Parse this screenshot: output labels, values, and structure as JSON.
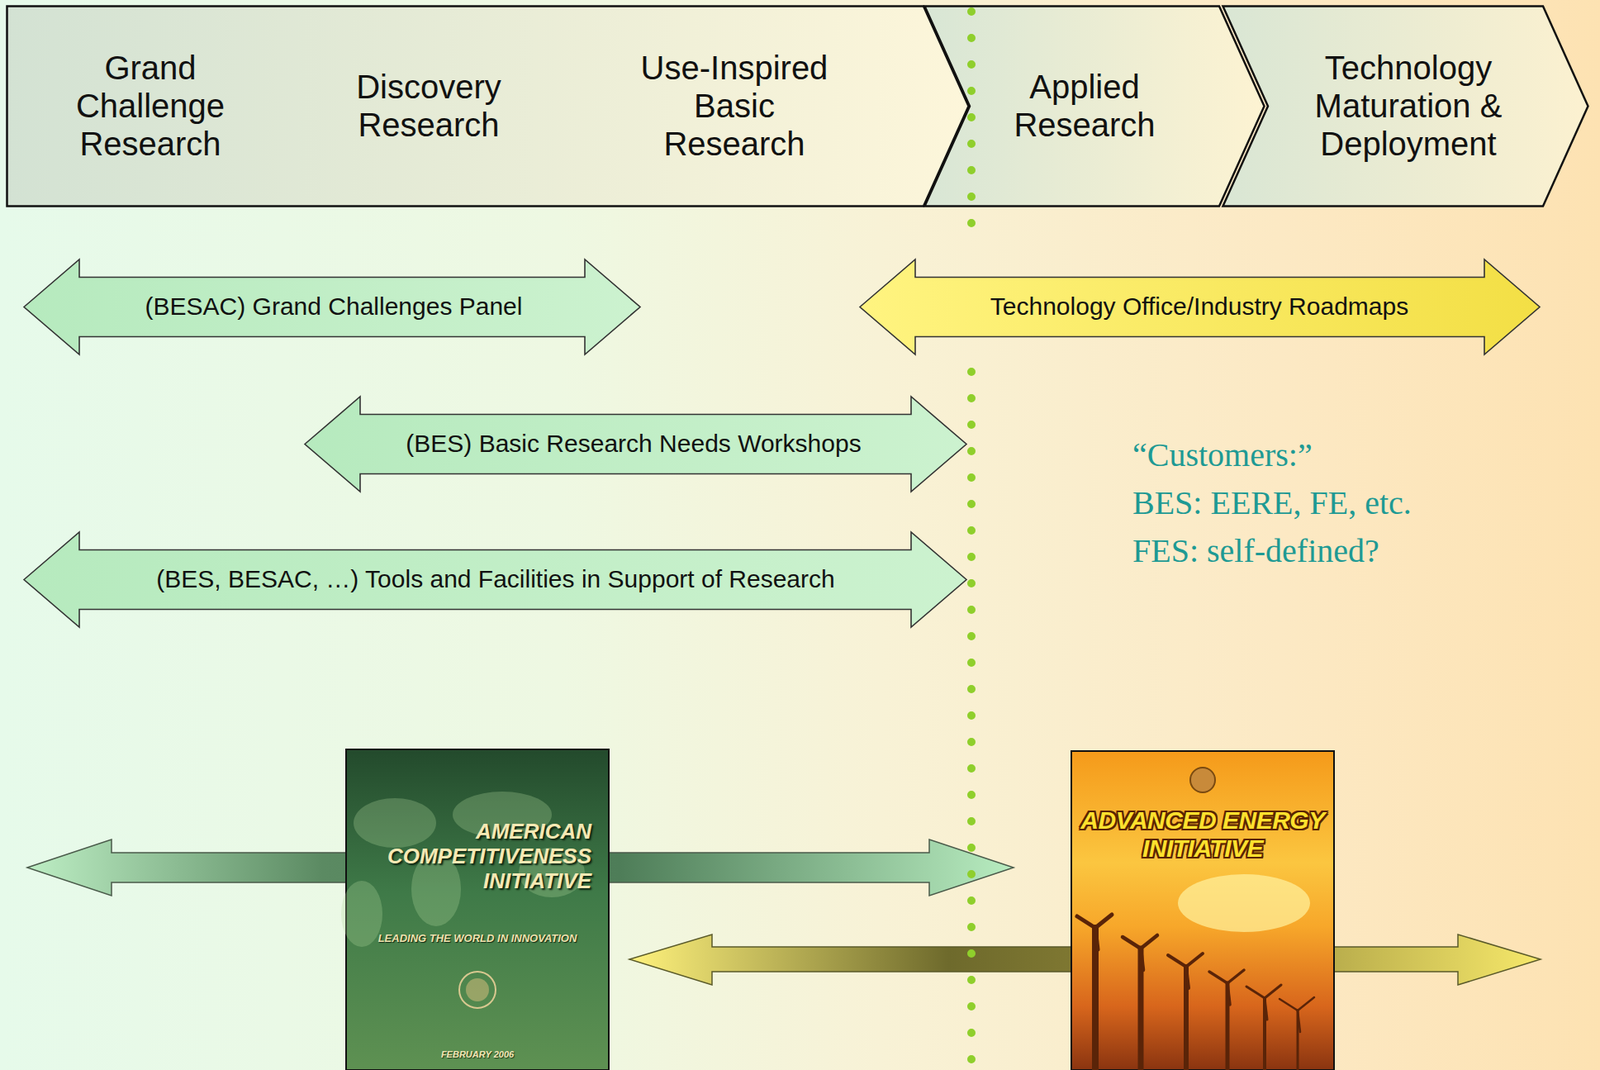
{
  "diagram": {
    "nodes": [
      {
        "text": [
          "Grand Challenge Research",
          "Discovery Research",
          "Use-Inspired Basic Research"
        ]
      },
      {
        "text": [
          "Applied Research"
        ]
      },
      {
        "text": [
          "Technology Maturation & Deployment"
        ]
      },
      {
        "text": [
          "(BESAC) Grand Challenges Panel"
        ]
      },
      {
        "text": [
          "Technology Office/Industry Roadmaps"
        ]
      },
      {
        "text": [
          "(BES) Basic Research Needs Workshops"
        ]
      },
      {
        "text": [
          "(BES, BESAC, …) Tools and Facilities in Support of Research"
        ]
      },
      {
        "text": [
          "AMERICAN COMPETITIVENESS INITIATIVE",
          "LEADING THE WORLD IN INNOVATION",
          "FEBRUARY 2006"
        ]
      },
      {
        "text": [
          "ADVANCED ENERGY INITIATIVE"
        ]
      }
    ],
    "labels": [
      "“Customers:”",
      "BES: EERE, FE, etc.",
      "FES: self-defined?"
    ]
  }
}
